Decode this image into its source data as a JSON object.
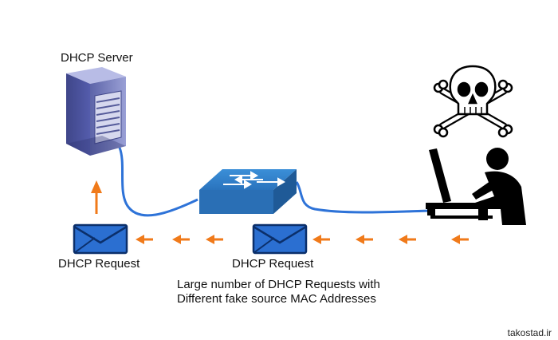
{
  "server": {
    "label": "DHCP Server"
  },
  "requests": {
    "left_label": "DHCP Request",
    "middle_label": "DHCP Request"
  },
  "caption": {
    "line1": "Large number of DHCP Requests with",
    "line2": "Different fake source MAC Addresses"
  },
  "watermark": "takostad.ir",
  "icons": {
    "server": "server-tower-icon",
    "switch": "network-switch-icon",
    "envelope": "envelope-icon",
    "attacker": "person-at-computer-icon",
    "danger": "skull-and-crossbones-icon",
    "arrow": "arrow-icon"
  },
  "colors": {
    "cable": "#2e73d8",
    "arrow": "#f07a1a",
    "envelope": "#2b6fd1",
    "switch": "#2b78c2",
    "server": "#7e85c2"
  }
}
